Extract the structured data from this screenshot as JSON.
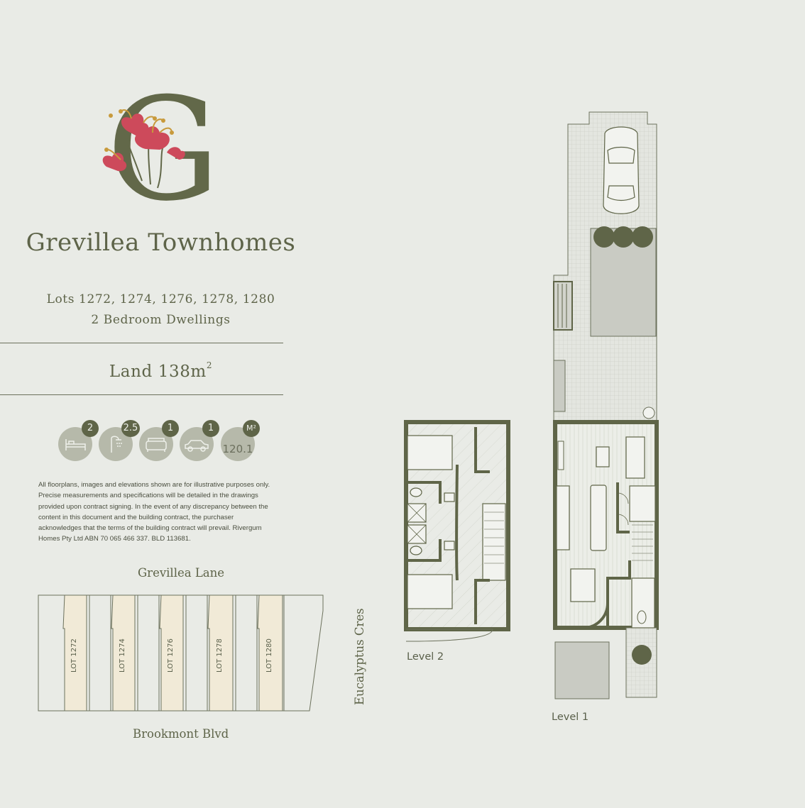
{
  "brand": {
    "logo_letter": "G",
    "title": "Grevillea Townhomes"
  },
  "lots_line": "Lots 1272, 1274, 1276, 1278, 1280",
  "dwelling_line": "2 Bedroom Dwellings",
  "land": {
    "label": "Land 138m",
    "unit_sup": "2"
  },
  "features": [
    {
      "icon": "bed-icon",
      "value": "2"
    },
    {
      "icon": "shower-icon",
      "value": "2.5"
    },
    {
      "icon": "sofa-icon",
      "value": "1"
    },
    {
      "icon": "car-icon",
      "value": "1"
    },
    {
      "icon": "area-icon",
      "value": "M²",
      "inner": "120.1"
    }
  ],
  "disclaimer": "All floorplans, images and elevations shown are for illustrative purposes only. Precise measurements and specifications will be detailed in the drawings provided upon contract signing. In the event of any discrepancy between the content in this document and the building contract, the purchaser acknowledges that the terms of the building contract will prevail. Rivergum Homes Pty Ltd ABN 70 065 466 337. BLD 113681.",
  "site_plan": {
    "street_top": "Grevillea Lane",
    "street_bottom": "Brookmont Blvd",
    "street_side": "Eucalyptus Cres",
    "lots": [
      "LOT 1272",
      "LOT 1274",
      "LOT 1276",
      "LOT 1278",
      "LOT 1280"
    ]
  },
  "floorplan": {
    "level2_label": "Level 2",
    "level1_label": "Level 1"
  },
  "colors": {
    "background": "#e9ebe6",
    "olive": "#5f6548",
    "lot_highlight": "#f1ead7",
    "flower_red": "#cd4a5b",
    "flower_gold": "#c89a3c"
  }
}
